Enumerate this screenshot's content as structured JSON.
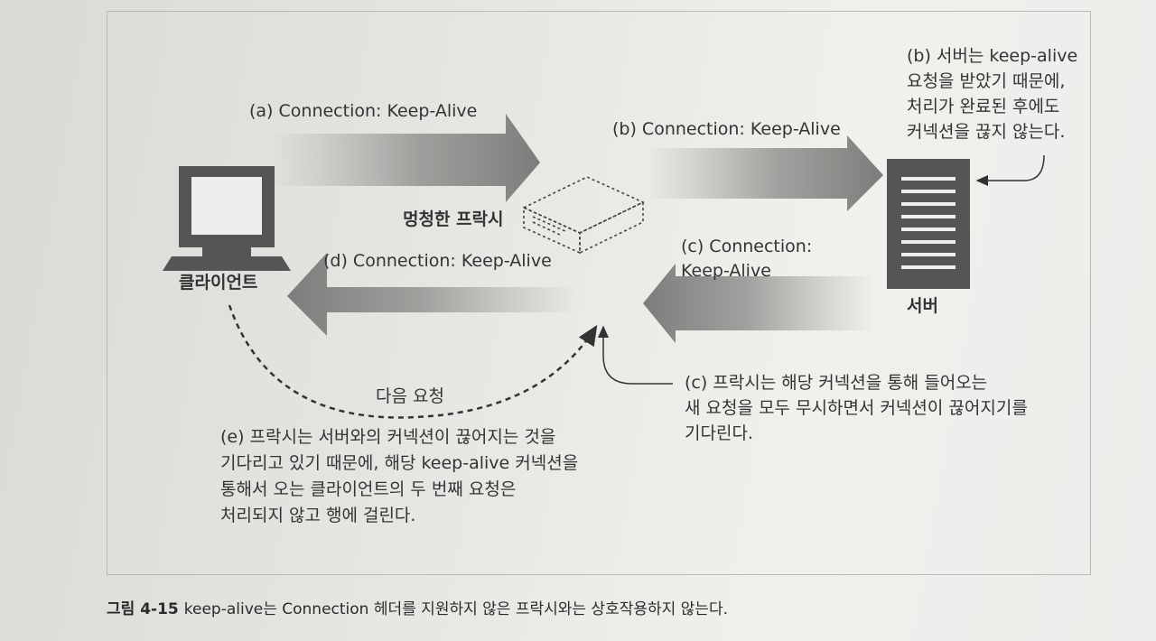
{
  "labels": {
    "a": "(a) Connection: Keep-Alive",
    "b": "(b) Connection: Keep-Alive",
    "c": "(c) Connection:\nKeep-Alive",
    "d": "(d) Connection: Keep-Alive",
    "server_note": "(b) 서버는 keep-alive\n요청을 받았기 때문에,\n처리가 완료된 후에도\n커넥션을 끊지 않는다.",
    "proxy_note": "(c) 프락시는 해당 커넥션을 통해 들어오는\n새 요청을 모두 무시하면서 커넥션이 끊어지기를\n기다린다.",
    "next_request": "다음 요청",
    "client_note": "(e) 프락시는 서버와의 커넥션이 끊어지는 것을\n기다리고 있기 때문에, 해당 keep-alive 커넥션을\n통해서 오는 클라이언트의 두 번째 요청은\n처리되지 않고 행에 걸린다."
  },
  "nodes": {
    "client": "클라이언트",
    "proxy": "멍청한 프락시",
    "server": "서버"
  },
  "caption": {
    "figure": "그림 4-15",
    "text": "keep-alive는 Connection 헤더를 지원하지 않은 프락시와는 상호작용하지 않는다."
  }
}
